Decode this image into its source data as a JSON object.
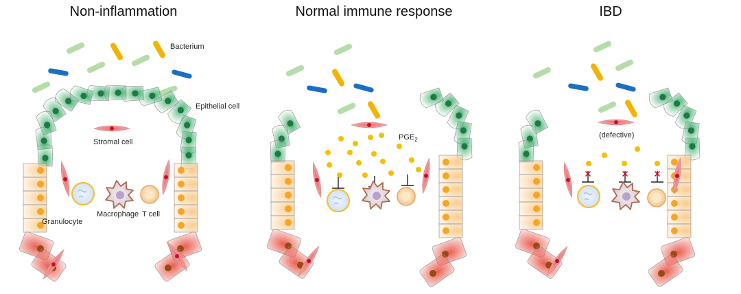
{
  "titles": {
    "left": "Non-inflammation",
    "middle": "Normal immune response",
    "right": "IBD"
  },
  "labels": {
    "bacterium": "Bacterium",
    "epithelial_cell": "Epithelial cell",
    "stromal_cell": "Stromal cell",
    "macrophage": "Macrophage",
    "t_cell": "T cell",
    "granulocyte": "Granulocyte",
    "pge2_base": "PGE",
    "pge2_sub": "2",
    "defective": "(defective)"
  },
  "colors": {
    "green_cell": "#3fae6b",
    "green_nucleus": "#1e7a45",
    "orange_cell": "#f9c98a",
    "orange_nucleus": "#f5a623",
    "red_cell": "#e8574a",
    "brown_nucleus": "#9a4a10",
    "stromal": "#ea7f80",
    "stromal_nucleus": "#c8102e",
    "bacterium_green": "#b5dca9",
    "bacterium_yellow": "#f5b301",
    "bacterium_blue": "#1a6fc2",
    "pge2_dot": "#f5c000",
    "macrophage": "#b06a4d",
    "granulocyte_ring": "#f2c230",
    "tcell": "#f3c08a"
  },
  "icons": [
    "bacterium-rod-icon",
    "epithelial-cell-icon",
    "stromal-cell-icon",
    "granulocyte-icon",
    "macrophage-icon",
    "t-cell-icon",
    "pge2-dot-icon",
    "inhibition-bar-icon",
    "red-x-icon"
  ]
}
